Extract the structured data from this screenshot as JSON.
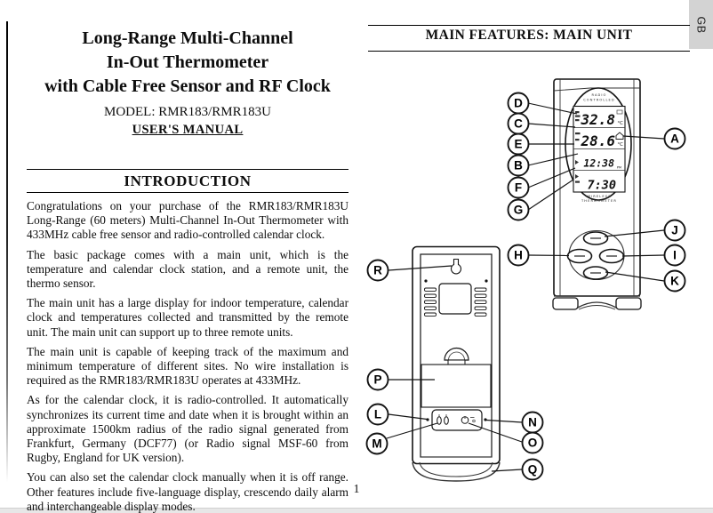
{
  "page": {
    "corner_tab": "GB",
    "page_number": "1"
  },
  "left_column": {
    "title_lines": [
      "Long-Range Multi-Channel",
      "In-Out Thermometer",
      "with Cable Free Sensor and RF Clock"
    ],
    "model_line": "MODEL: RMR183/RMR183U",
    "manual_label": "USER'S MANUAL",
    "intro_heading": "INTRODUCTION",
    "paragraphs": [
      "Congratulations on your purchase of the RMR183/RMR183U Long-Range (60 meters) Multi-Channel In-Out Thermometer with 433MHz cable free sensor and radio-controlled calendar clock.",
      "The basic package comes with a main unit, which is the temperature and calendar clock station, and a remote unit, the thermo sensor.",
      "The main unit has a large display for indoor temperature, calendar clock and temperatures collected and transmitted by the remote unit. The main unit can support up to three remote units.",
      "The main unit is capable of keeping track of the maximum and minimum temperature of different sites. No wire installation is required as the RMR183/RMR183U operates at 433MHz.",
      "As for the calendar clock, it is radio-controlled. It automatically synchronizes its current time and date when it is brought within an approximate 1500km radius of the radio signal generated from Frankfurt, Germany (DCF77) (or Radio signal MSF-60 from Rugby, England for UK version).",
      "You can also set the calendar clock manually when it is off range. Other features include five-language display, crescendo daily alarm and interchangeable display modes."
    ]
  },
  "right_column": {
    "heading": "MAIN FEATURES: MAIN UNIT",
    "main_unit_lcd": {
      "brand_top_line1": "RADIO",
      "brand_top_line2": "CONTROLLED",
      "outdoor_temp": "32.8",
      "outdoor_unit": "°C",
      "indoor_temp": "28.6",
      "indoor_unit": "°C",
      "indoor_icon": "house-icon",
      "clock_time": "12:38",
      "clock_meridiem": "PM",
      "alarm_time": "7:30",
      "brand_bottom_line1": "WIRELESS",
      "brand_bottom_line2": "THERMOMETER"
    },
    "callouts": {
      "A": "A",
      "B": "B",
      "C": "C",
      "D": "D",
      "E": "E",
      "F": "F",
      "G": "G",
      "H": "H",
      "I": "I",
      "J": "J",
      "K": "K",
      "L": "L",
      "M": "M",
      "N": "N",
      "O": "O",
      "P": "P",
      "Q": "Q",
      "R": "R"
    }
  }
}
